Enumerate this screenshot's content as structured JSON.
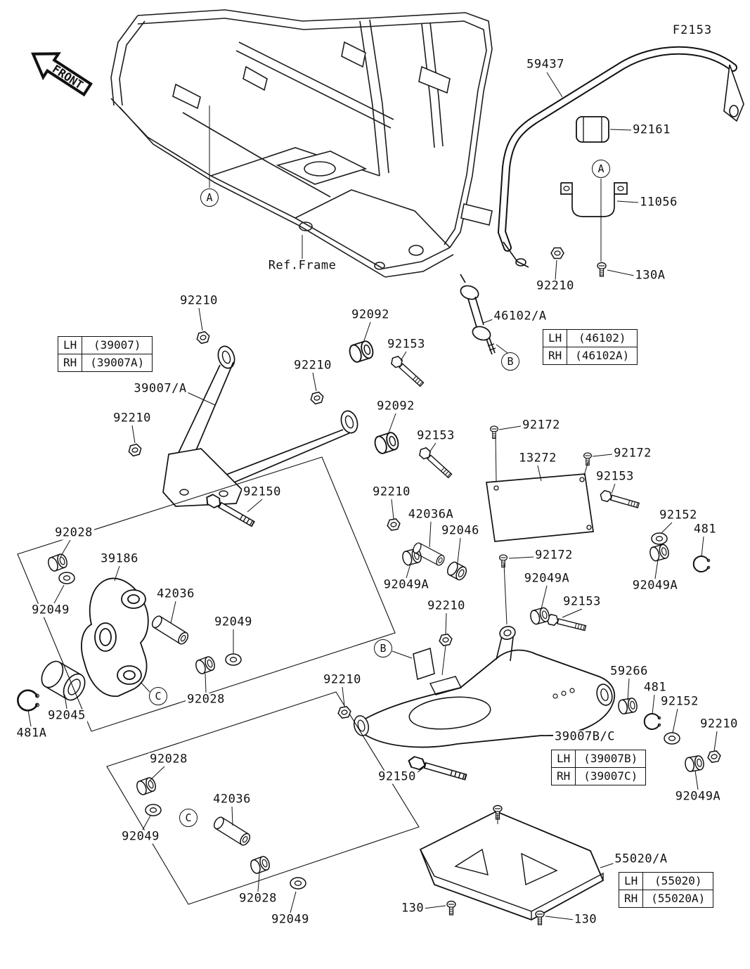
{
  "figure_code": "F2153",
  "front_arrow": "FRONT",
  "ref_frame": "Ref.Frame",
  "markers": {
    "A1": "A",
    "A2": "A",
    "B1": "B",
    "B2": "B",
    "C1": "C",
    "C2": "C"
  },
  "labels": {
    "n59437": "59437",
    "n92161": "92161",
    "n11056": "11056",
    "n130A": "130A",
    "n92210_1": "92210",
    "n92210_2": "92210",
    "n92210_3": "92210",
    "n92210_4": "92210",
    "n92210_5": "92210",
    "n92210_6": "92210",
    "n92210_7": "92210",
    "n92210_8": "92210",
    "n92092_1": "92092",
    "n92092_2": "92092",
    "n92153_1": "92153",
    "n92153_2": "92153",
    "n92153_3": "92153",
    "n92153_4": "92153",
    "n46102": "46102/A",
    "n39007": "39007/A",
    "n92150_1": "92150",
    "n92150_2": "92150",
    "n13272": "13272",
    "n92172_1": "92172",
    "n92172_2": "92172",
    "n92172_3": "92172",
    "n42036A": "42036A",
    "n92046": "92046",
    "n92152_1": "92152",
    "n92152_2": "92152",
    "n481_1": "481",
    "n481_2": "481",
    "n481A": "481A",
    "n92028_1": "92028",
    "n92028_2": "92028",
    "n92028_3": "92028",
    "n92028_4": "92028",
    "n39186": "39186",
    "n42036_1": "42036",
    "n42036_2": "42036",
    "n92049_1": "92049",
    "n92049_2": "92049",
    "n92049_3": "92049",
    "n92049_4": "92049",
    "n92049A_1": "92049A",
    "n92049A_2": "92049A",
    "n92049A_3": "92049A",
    "n92049A_4": "92049A",
    "n92045": "92045",
    "n59266": "59266",
    "n39007BC": "39007B/C",
    "n55020": "55020/A",
    "n130_1": "130",
    "n130_2": "130"
  },
  "tables": {
    "t39007": {
      "rows": [
        [
          "LH",
          "(39007)"
        ],
        [
          "RH",
          "(39007A)"
        ]
      ]
    },
    "t46102": {
      "rows": [
        [
          "LH",
          "(46102)"
        ],
        [
          "RH",
          "(46102A)"
        ]
      ]
    },
    "t39007bc": {
      "rows": [
        [
          "LH",
          "(39007B)"
        ],
        [
          "RH",
          "(39007C)"
        ]
      ]
    },
    "t55020": {
      "rows": [
        [
          "LH",
          "(55020)"
        ],
        [
          "RH",
          "(55020A)"
        ]
      ]
    }
  }
}
